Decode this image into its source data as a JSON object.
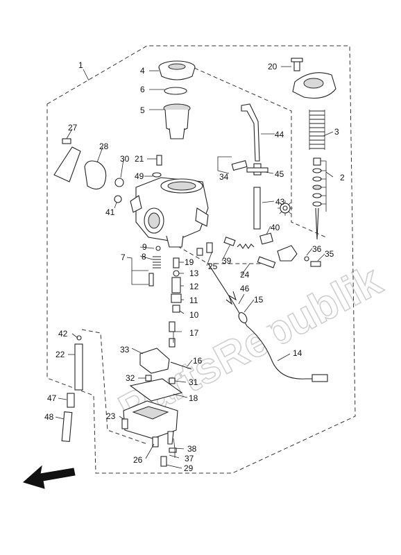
{
  "watermark": "PartsRepublik",
  "callouts": {
    "c1": "1",
    "c2": "2",
    "c3": "3",
    "c4": "4",
    "c5": "5",
    "c6": "6",
    "c7": "7",
    "c8": "8",
    "c9": "9",
    "c10": "10",
    "c11": "11",
    "c12": "12",
    "c13": "13",
    "c14": "14",
    "c15": "15",
    "c16": "16",
    "c17": "17",
    "c18": "18",
    "c19": "19",
    "c20": "20",
    "c21": "21",
    "c22": "22",
    "c23": "23",
    "c24": "24",
    "c25": "25",
    "c26": "26",
    "c27": "27",
    "c28": "28",
    "c29": "29",
    "c30": "30",
    "c31": "31",
    "c32": "32",
    "c33": "33",
    "c34": "34",
    "c35": "35",
    "c36": "36",
    "c37": "37",
    "c38": "38",
    "c39": "39",
    "c40": "40",
    "c41": "41",
    "c42": "42",
    "c43": "43",
    "c44": "44",
    "c45": "45",
    "c46": "46",
    "c47": "47",
    "c48": "48",
    "c49": "49"
  },
  "icons": {
    "direction_arrow": "arrow-front-icon",
    "gear": "gear-icon"
  }
}
